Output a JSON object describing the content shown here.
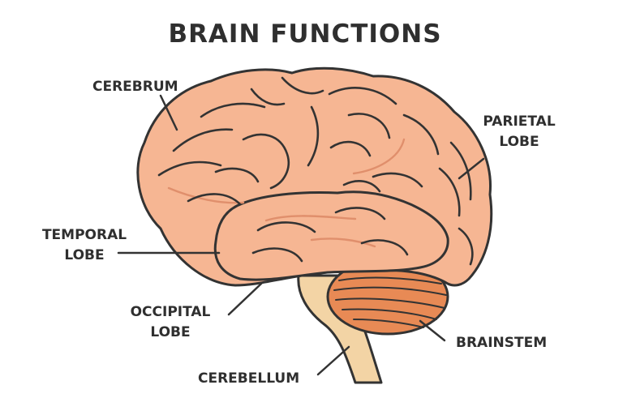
{
  "title": "BRAIN FUNCTIONS",
  "labels": {
    "cerebrum": "CEREBRUM",
    "parietal_line1": "PARIETAL",
    "parietal_line2": "LOBE",
    "temporal_line1": "TEMPORAL",
    "temporal_line2": "LOBE",
    "occipital_line1": "OCCIPITAL",
    "occipital_line2": "LOBE",
    "brainstem": "BRAINSTEM",
    "cerebellum": "CEREBELLUM"
  },
  "colors": {
    "cerebrum": "#f6b693",
    "cerebellum": "#e88a55",
    "brainstem": "#f3d4a5",
    "outline": "#333333"
  }
}
